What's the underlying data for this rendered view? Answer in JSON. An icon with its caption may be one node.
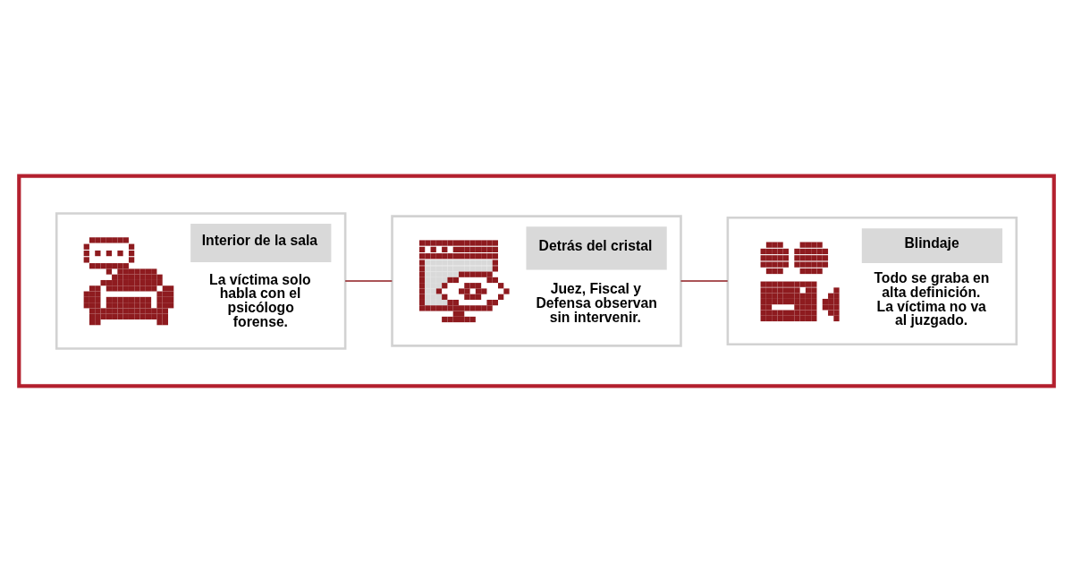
{
  "diagram": {
    "nodes": [
      {
        "text": [],
        "shape": "box"
      },
      {
        "text": [
          "Interior de la sala",
          "La víctima solo habla con el psicólogo forense."
        ],
        "in": 0
      },
      {
        "text": [
          "Detrás del cristal",
          "Juez, Fiscal y Defensa observan sin intervenir."
        ],
        "in": 0
      },
      {
        "text": [
          "Blindaje",
          "Todo se graba en alta definición. La víctima no va al juzgado."
        ],
        "in": 0
      }
    ],
    "edges": [
      {
        "from": 1,
        "to": 2,
        "arrow": "none"
      },
      {
        "from": 2,
        "to": 3,
        "arrow": "none"
      }
    ]
  }
}
